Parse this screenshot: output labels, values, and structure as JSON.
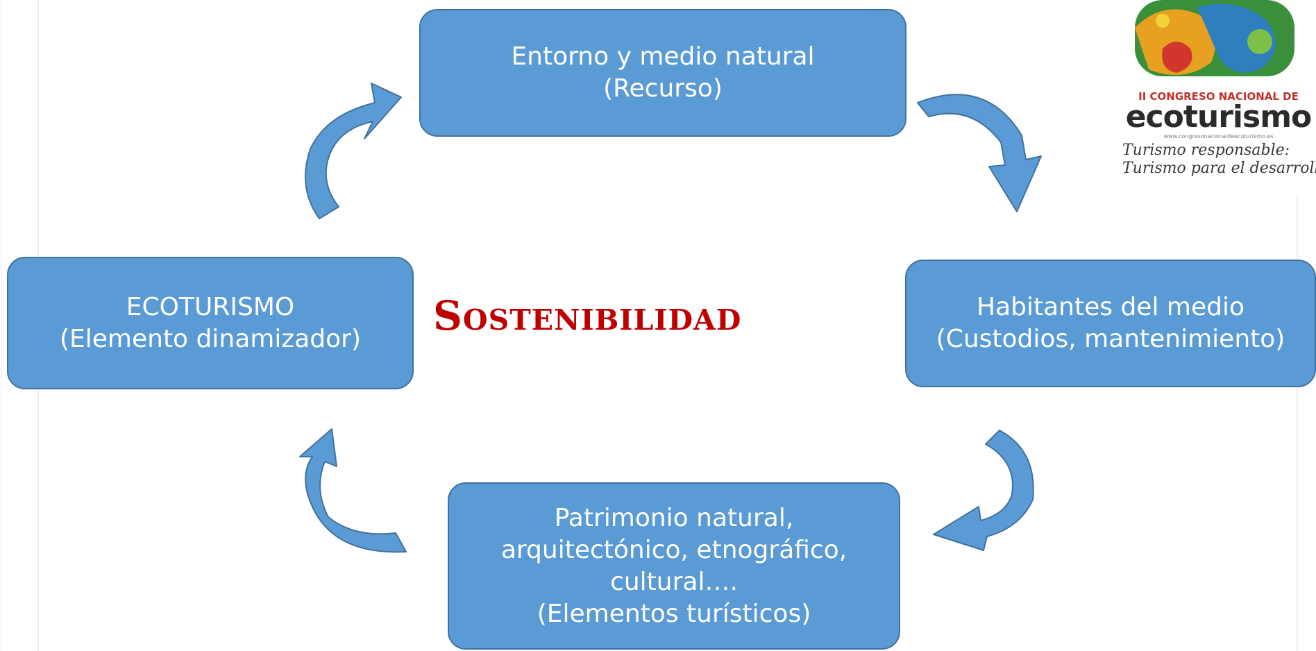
{
  "diagram": {
    "top_box": {
      "line1": "Entorno y medio natural",
      "line2": "(Recurso)"
    },
    "right_box": {
      "line1": "Habitantes del medio",
      "line2": "(Custodios, mantenimiento)"
    },
    "bottom_box": {
      "line1": "Patrimonio natural,",
      "line2": "arquitectónico, etnográfico,",
      "line3": "cultural….",
      "line4": "(Elementos turísticos)"
    },
    "left_box": {
      "line1": "ECOTURISMO",
      "line2": "(Elemento dinamizador)"
    },
    "center_label": "Sostenibilidad"
  },
  "logo": {
    "line1": "II CONGRESO NACIONAL DE",
    "line2": "ecoturismo",
    "line3": "www.congresonacionaldeecoturismo.es",
    "tagline1": "Turismo responsable:",
    "tagline2": "Turismo para el desarrollo"
  },
  "colors": {
    "box_fill": "#5b9bd5",
    "box_border": "#41719c",
    "arrow_fill": "#5b9bd5",
    "title_color": "#c00000"
  }
}
